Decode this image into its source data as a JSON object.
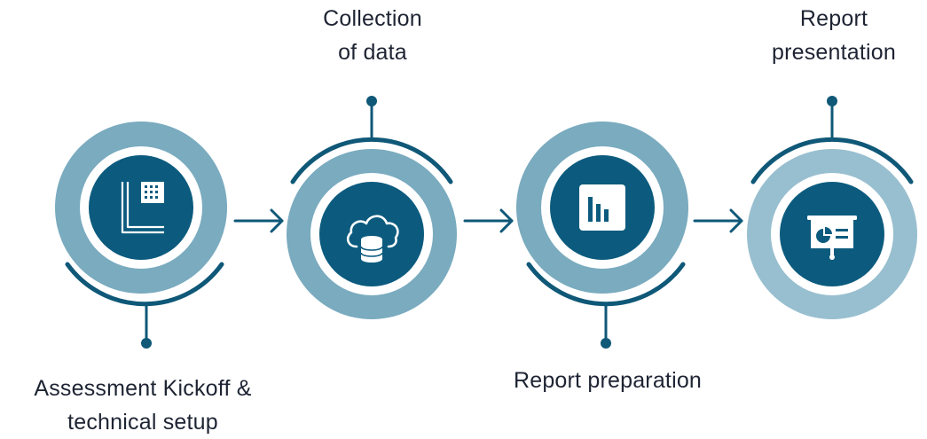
{
  "colors": {
    "outer_ring": "#7aabbf",
    "outer_ring_light": "#98bfcf",
    "gap": "#ffffff",
    "inner_circle": "#0c5b7e",
    "arc": "#0f5878",
    "arrow": "#0f5878",
    "text": "#1e2433"
  },
  "steps": [
    {
      "id": "step1",
      "label_lines": [
        "Assessment Kickoff &",
        "technical setup"
      ],
      "icon": "building-icon",
      "label_position": "bottom"
    },
    {
      "id": "step2",
      "label_lines": [
        "Collection",
        "of data"
      ],
      "icon": "cloud-database-icon",
      "label_position": "top"
    },
    {
      "id": "step3",
      "label_lines": [
        "Report preparation"
      ],
      "icon": "bar-chart-icon",
      "label_position": "bottom"
    },
    {
      "id": "step4",
      "label_lines": [
        "Report",
        "presentation"
      ],
      "icon": "presentation-board-icon",
      "label_position": "top"
    }
  ]
}
